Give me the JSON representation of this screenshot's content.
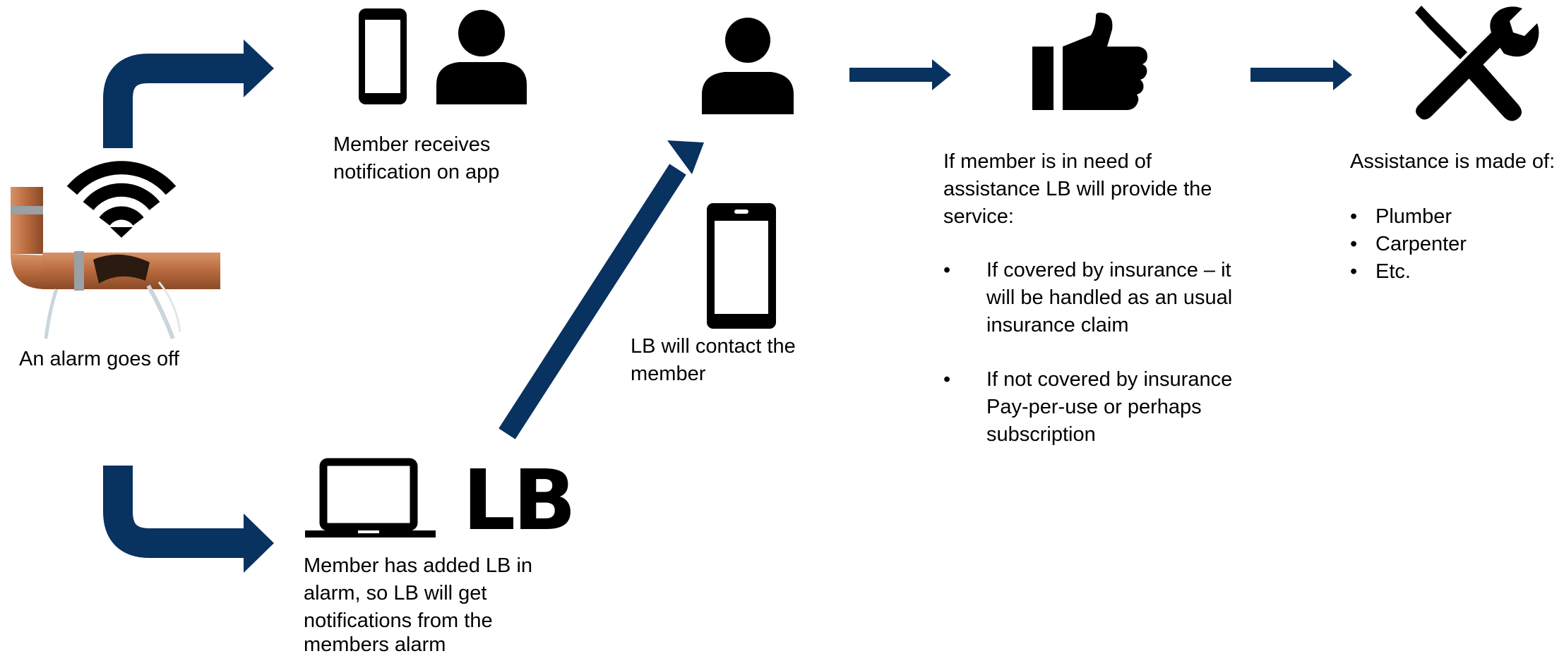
{
  "colors": {
    "arrow": "#08325f",
    "icon": "#000000",
    "copper": "#b86a3e"
  },
  "icons": {
    "wifi": "wifi-icon",
    "pipe": "leaking-pipe-image",
    "phone": "smartphone-icon",
    "person": "person-icon",
    "laptop": "laptop-icon",
    "thumb": "thumbs-up-icon",
    "tools": "wrench-screwdriver-icon"
  },
  "alarm": {
    "caption": "An alarm goes off"
  },
  "member_app": {
    "caption_line1": "Member receives",
    "caption_line2": "notification on app"
  },
  "lb_alarm": {
    "logo": "LB",
    "line1": "Member has added LB in",
    "line2": "alarm, so LB will get",
    "line3": "notifications from the",
    "line4": "members alarm"
  },
  "contact": {
    "line1": "LB will contact the",
    "line2": "member"
  },
  "assistance": {
    "intro_line1": "If member is in need of",
    "intro_line2": "assistance LB will provide the",
    "intro_line3": "service:",
    "bullet_char": "•",
    "b1_line1": "If covered by insurance – it",
    "b1_line2": "will be handled as an usual",
    "b1_line3": "insurance claim",
    "b2_line1": "If not covered by insurance",
    "b2_line2": "Pay-per-use or perhaps",
    "b2_line3": "subscription"
  },
  "made_of": {
    "title": "Assistance is made of:",
    "items": [
      "Plumber",
      "Carpenter",
      "Etc."
    ]
  }
}
